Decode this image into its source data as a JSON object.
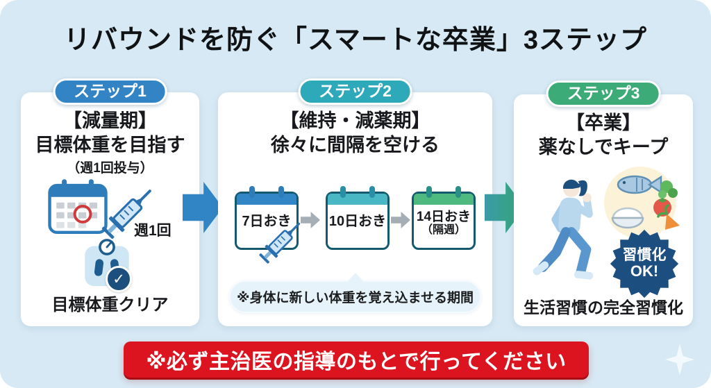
{
  "title": "リバウンドを防ぐ「スマートな卒業」3ステップ",
  "steps": [
    {
      "badge": "ステップ1",
      "heading_line1": "【減量期】",
      "heading_line2": "目標体重を目指す",
      "subheading": "（週1回投与）",
      "syringe_label": "週1回",
      "caption": "目標体重クリア"
    },
    {
      "badge": "ステップ2",
      "heading_line1": "【維持・減薬期】",
      "heading_line2": "徐々に間隔を空ける",
      "calendars": [
        {
          "label": "7日おき",
          "sublabel": ""
        },
        {
          "label": "10日おき",
          "sublabel": ""
        },
        {
          "label": "14日おき",
          "sublabel": "（隔週）"
        }
      ],
      "note": "※身体に新しい体重を覚え込ませる期間"
    },
    {
      "badge": "ステップ3",
      "heading_line1": "【卒業】",
      "heading_line2": "薬なしでキープ",
      "stamp_line1": "習慣化",
      "stamp_line2": "OK!",
      "caption": "生活習慣の完全習慣化"
    }
  ],
  "footer": {
    "warning": "※必ず主治医の指導のもとで行ってください"
  },
  "icons": {
    "check": "✓",
    "names": [
      "calendar-icon",
      "syringe-icon",
      "scale-icon",
      "check-icon",
      "arrow-right-icon",
      "walking-person-icon",
      "healthy-food-icon",
      "habit-ok-stamp",
      "sparkle-icon"
    ]
  },
  "colors": {
    "background": "#d7e9f4",
    "step1_accent": "#3284c4",
    "step2_accent": "#2ea9ba",
    "step3_accent": "#3cab77",
    "warning_red": "#dc1420",
    "navy": "#1c4f7e"
  }
}
